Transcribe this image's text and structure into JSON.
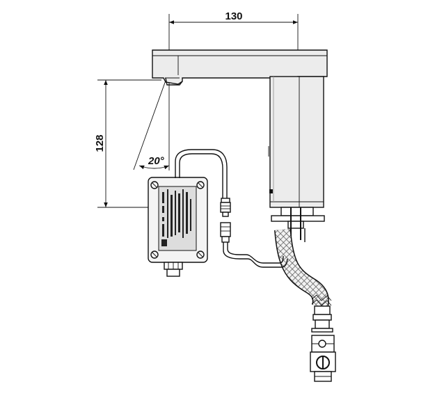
{
  "dimensions": {
    "width_label": "130",
    "height_label": "128",
    "angle_label": "20°"
  },
  "colors": {
    "line": "#111111",
    "body_fill": "#ececec",
    "label_fill": "#dddddd"
  }
}
